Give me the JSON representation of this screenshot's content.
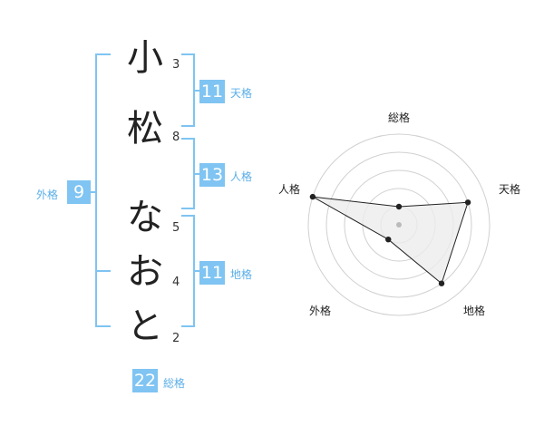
{
  "name_chars": [
    {
      "char": "小",
      "strokes": "3"
    },
    {
      "char": "松",
      "strokes": "8"
    },
    {
      "char": "な",
      "strokes": "5"
    },
    {
      "char": "お",
      "strokes": "4"
    },
    {
      "char": "と",
      "strokes": "2"
    }
  ],
  "kaku": {
    "tenkaku": {
      "label": "天格",
      "value": "11"
    },
    "jinkaku": {
      "label": "人格",
      "value": "13"
    },
    "chikaku": {
      "label": "地格",
      "value": "11"
    },
    "gaikaku": {
      "label": "外格",
      "value": "9"
    },
    "soukaku": {
      "label": "総格",
      "value": "22"
    }
  },
  "chart_data": {
    "type": "radar",
    "axes": [
      "総格",
      "天格",
      "地格",
      "外格",
      "人格"
    ],
    "values": [
      1,
      4,
      4,
      1,
      5
    ],
    "rmax": 5,
    "colors": {
      "fill": "#ececec",
      "line": "#222222",
      "grid": "#d0d0d0",
      "bracket": "#7fc4f2"
    }
  }
}
